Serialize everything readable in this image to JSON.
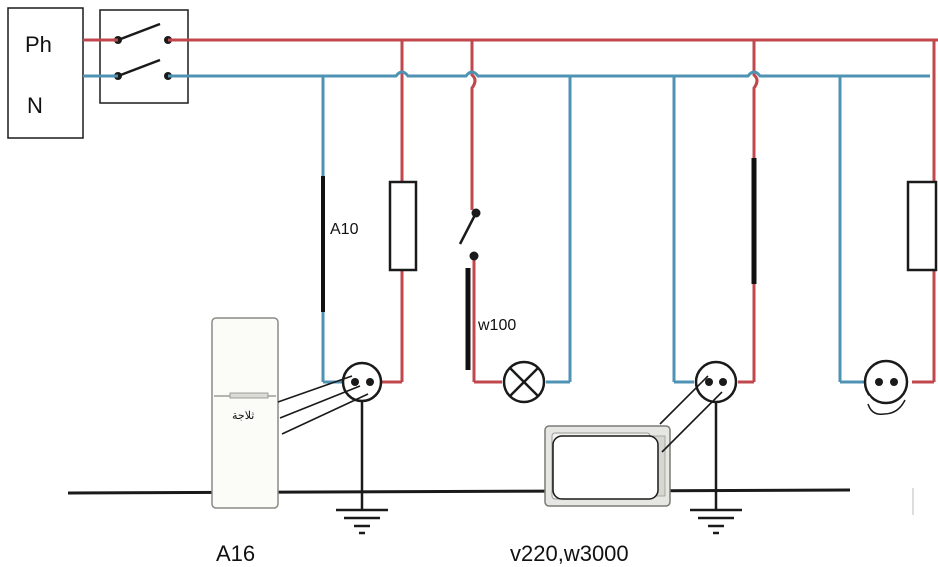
{
  "supply": {
    "phase_label": "Ph",
    "neutral_label": "N"
  },
  "labels": {
    "breaker": "A10",
    "lamp_power": "w100",
    "fridge_current": "A16",
    "oven_rating": "v220,w3000",
    "fridge_tag": "ثلاجة"
  },
  "colors": {
    "phase_wire": "#c0474c",
    "neutral_wire": "#4f93b4",
    "component_outline": "#1a1a1a"
  }
}
